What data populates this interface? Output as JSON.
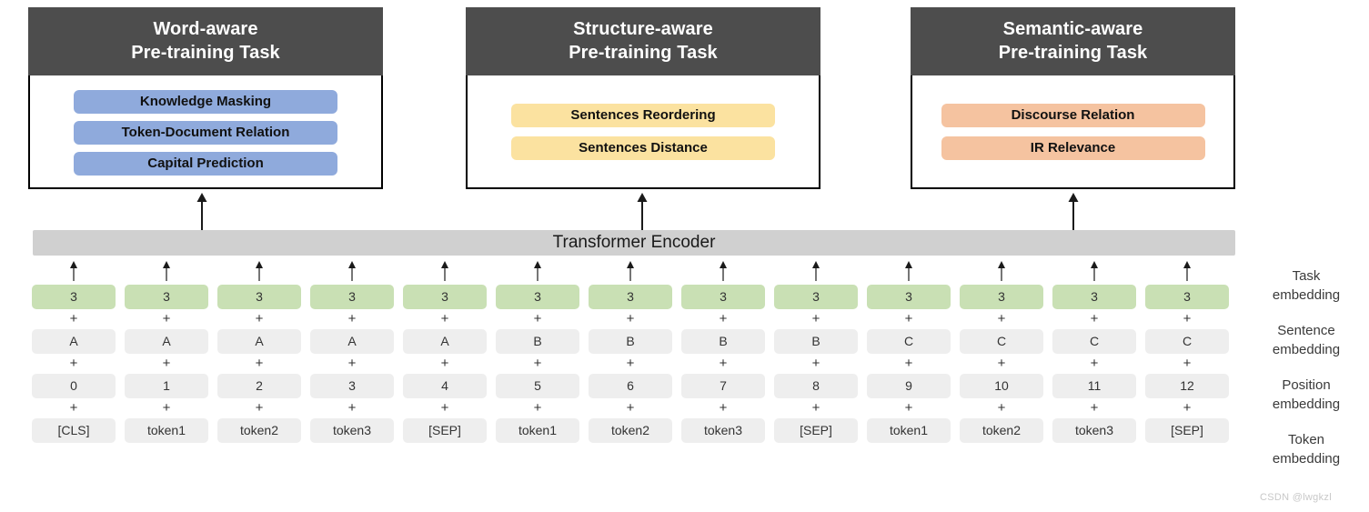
{
  "panels": [
    {
      "id": "word",
      "title_line1": "Word-aware",
      "title_line2": "Pre-training Task",
      "pills": [
        "Knowledge Masking",
        "Token-Document Relation",
        "Capital Prediction"
      ],
      "pill_color": "#8faadc"
    },
    {
      "id": "structure",
      "title_line1": "Structure-aware",
      "title_line2": "Pre-training Task",
      "pills": [
        "Sentences Reordering",
        "Sentences Distance"
      ],
      "pill_color": "#fbe2a0"
    },
    {
      "id": "semantic",
      "title_line1": "Semantic-aware",
      "title_line2": "Pre-training Task",
      "pills": [
        "Discourse Relation",
        "IR Relevance"
      ],
      "pill_color": "#f5c3a0"
    }
  ],
  "encoder": {
    "label": "Transformer Encoder",
    "color": "#d0d0d0"
  },
  "embedding_rows": {
    "task": [
      "3",
      "3",
      "3",
      "3",
      "3",
      "3",
      "3",
      "3",
      "3",
      "3",
      "3",
      "3",
      "3"
    ],
    "sentence": [
      "A",
      "A",
      "A",
      "A",
      "A",
      "B",
      "B",
      "B",
      "B",
      "C",
      "C",
      "C",
      "C"
    ],
    "position": [
      "0",
      "1",
      "2",
      "3",
      "4",
      "5",
      "6",
      "7",
      "8",
      "9",
      "10",
      "11",
      "12"
    ],
    "token": [
      "[CLS]",
      "token1",
      "token2",
      "token3",
      "[SEP]",
      "token1",
      "token2",
      "token3",
      "[SEP]",
      "token1",
      "token2",
      "token3",
      "[SEP]"
    ],
    "plus": "+",
    "task_color": "#c9e0b4",
    "other_color": "#eeeeee"
  },
  "legend": [
    {
      "line1": "Task",
      "line2": "embedding"
    },
    {
      "line1": "Sentence",
      "line2": "embedding"
    },
    {
      "line1": "Position",
      "line2": "embedding"
    },
    {
      "line1": "Token",
      "line2": "embedding"
    }
  ],
  "watermark": "CSDN @lwgkzl"
}
